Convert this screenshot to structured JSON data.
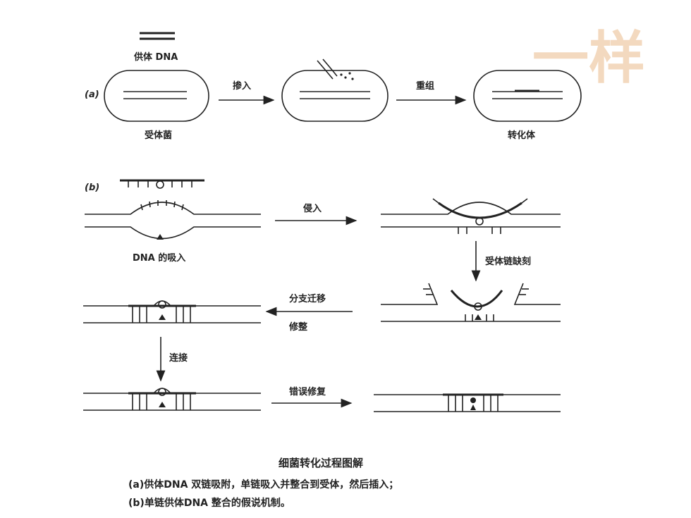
{
  "watermark": "一样",
  "panel_a": {
    "marker": "(a)",
    "donor_label": "供体 DNA",
    "recipient_label": "受体菌",
    "arrow1_label": "掺入",
    "arrow2_label": "重组",
    "transformant_label": "转化体"
  },
  "panel_b": {
    "marker": "(b)",
    "uptake_label": "DNA 的吸入",
    "invasion_label": "侵入",
    "nick_label": "受体链缺刻",
    "migration_label": "分支迁移",
    "trim_label": "修整",
    "ligation_label": "连接",
    "repair_label": "错误修复"
  },
  "caption": {
    "title": "细菌转化过程图解",
    "line_a": "(a)供体DNA 双链吸附，单链吸入并整合到受体，然后插入；",
    "line_b": "(b)单链供体DNA 整合的假说机制。"
  }
}
